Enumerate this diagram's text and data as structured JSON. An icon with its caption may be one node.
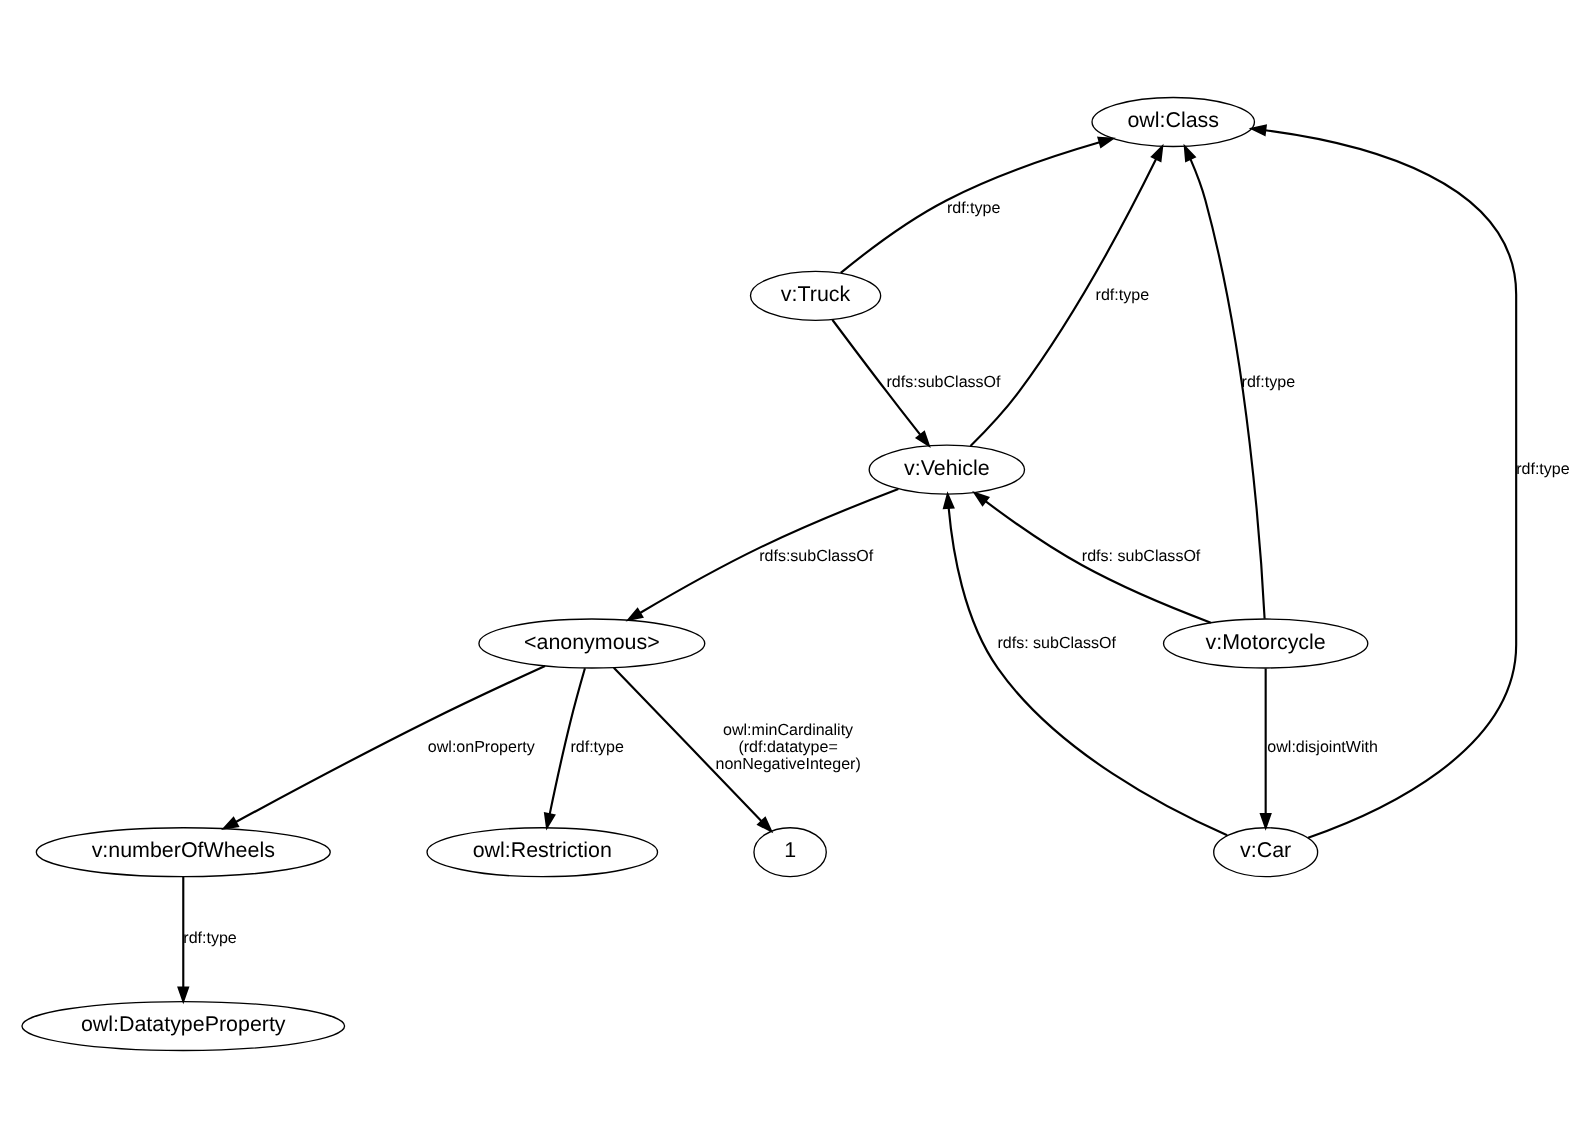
{
  "diagram": {
    "nodes": [
      {
        "text": [
          "owl:Class"
        ]
      },
      {
        "text": [
          "v:Vehicle"
        ]
      },
      {
        "text": [
          "v:Truck"
        ]
      },
      {
        "text": [
          "v:Car"
        ]
      },
      {
        "text": [
          "v:Motorcycle"
        ]
      },
      {
        "text": [
          "<anonymous>"
        ]
      },
      {
        "text": [
          "v:numberOfWheels"
        ]
      },
      {
        "text": [
          "owl:Restriction"
        ]
      },
      {
        "text": [
          "1"
        ]
      },
      {
        "text": [
          "owl:DatatypeProperty"
        ]
      }
    ],
    "edges": [
      {
        "from": 2,
        "to": 0,
        "arrow": "to",
        "label": "rdf:type"
      },
      {
        "from": 2,
        "to": 1,
        "arrow": "to",
        "label": "rdfs:subClassOf"
      },
      {
        "from": 1,
        "to": 0,
        "arrow": "to",
        "label": "rdf:type"
      },
      {
        "from": 3,
        "to": 1,
        "arrow": "to",
        "label": "rdfs: subClassOf"
      },
      {
        "from": 4,
        "to": 1,
        "arrow": "to",
        "label": "rdfs: subClassOf"
      },
      {
        "from": 4,
        "to": 0,
        "arrow": "to",
        "label": "rdf:type"
      },
      {
        "from": 4,
        "to": 3,
        "arrow": "to",
        "label": "owl:disjointWith"
      },
      {
        "from": 3,
        "to": 0,
        "arrow": "to",
        "label": "rdf:type"
      },
      {
        "from": 1,
        "to": 5,
        "arrow": "to",
        "label": "rdfs:subClassOf"
      },
      {
        "from": 5,
        "to": 6,
        "arrow": "to",
        "label": "owl:onProperty"
      },
      {
        "from": 5,
        "to": 7,
        "arrow": "to",
        "label": "rdf:type"
      },
      {
        "from": 5,
        "to": 8,
        "arrow": "to",
        "label": "owl:minCardinality (rdf:datatype= nonNegativeInteger)"
      },
      {
        "from": 6,
        "to": 9,
        "arrow": "to",
        "label": "rdf:type"
      }
    ]
  }
}
